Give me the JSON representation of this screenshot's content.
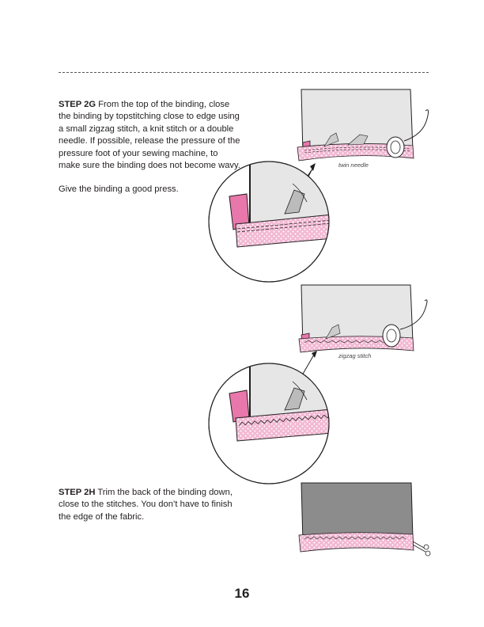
{
  "steps": [
    {
      "label": "STEP 2G",
      "text": "From the top of the binding, close the binding by topstitching close to edge using a small zigzag stitch, a knit stitch or a double needle. If possible, release the pressure of the pressure foot of your sewing machine, to make sure the binding does not become wavy.",
      "extra": "Give the binding a good press."
    },
    {
      "label": "STEP 2H",
      "text": "Trim the back of the binding down, close to the stitches. You don’t have to finish the edge of the fabric."
    }
  ],
  "captions": {
    "twin_needle": "twin needle",
    "zigzag_stitch": "zigzag stitch"
  },
  "page_number": "16",
  "colors": {
    "binding_pink": "#f2b8d3",
    "fabric_pink": "#e877ab",
    "garment_grey": "#e6e6e6",
    "garment_dark": "#8c8c8c",
    "outline": "#231f20"
  }
}
